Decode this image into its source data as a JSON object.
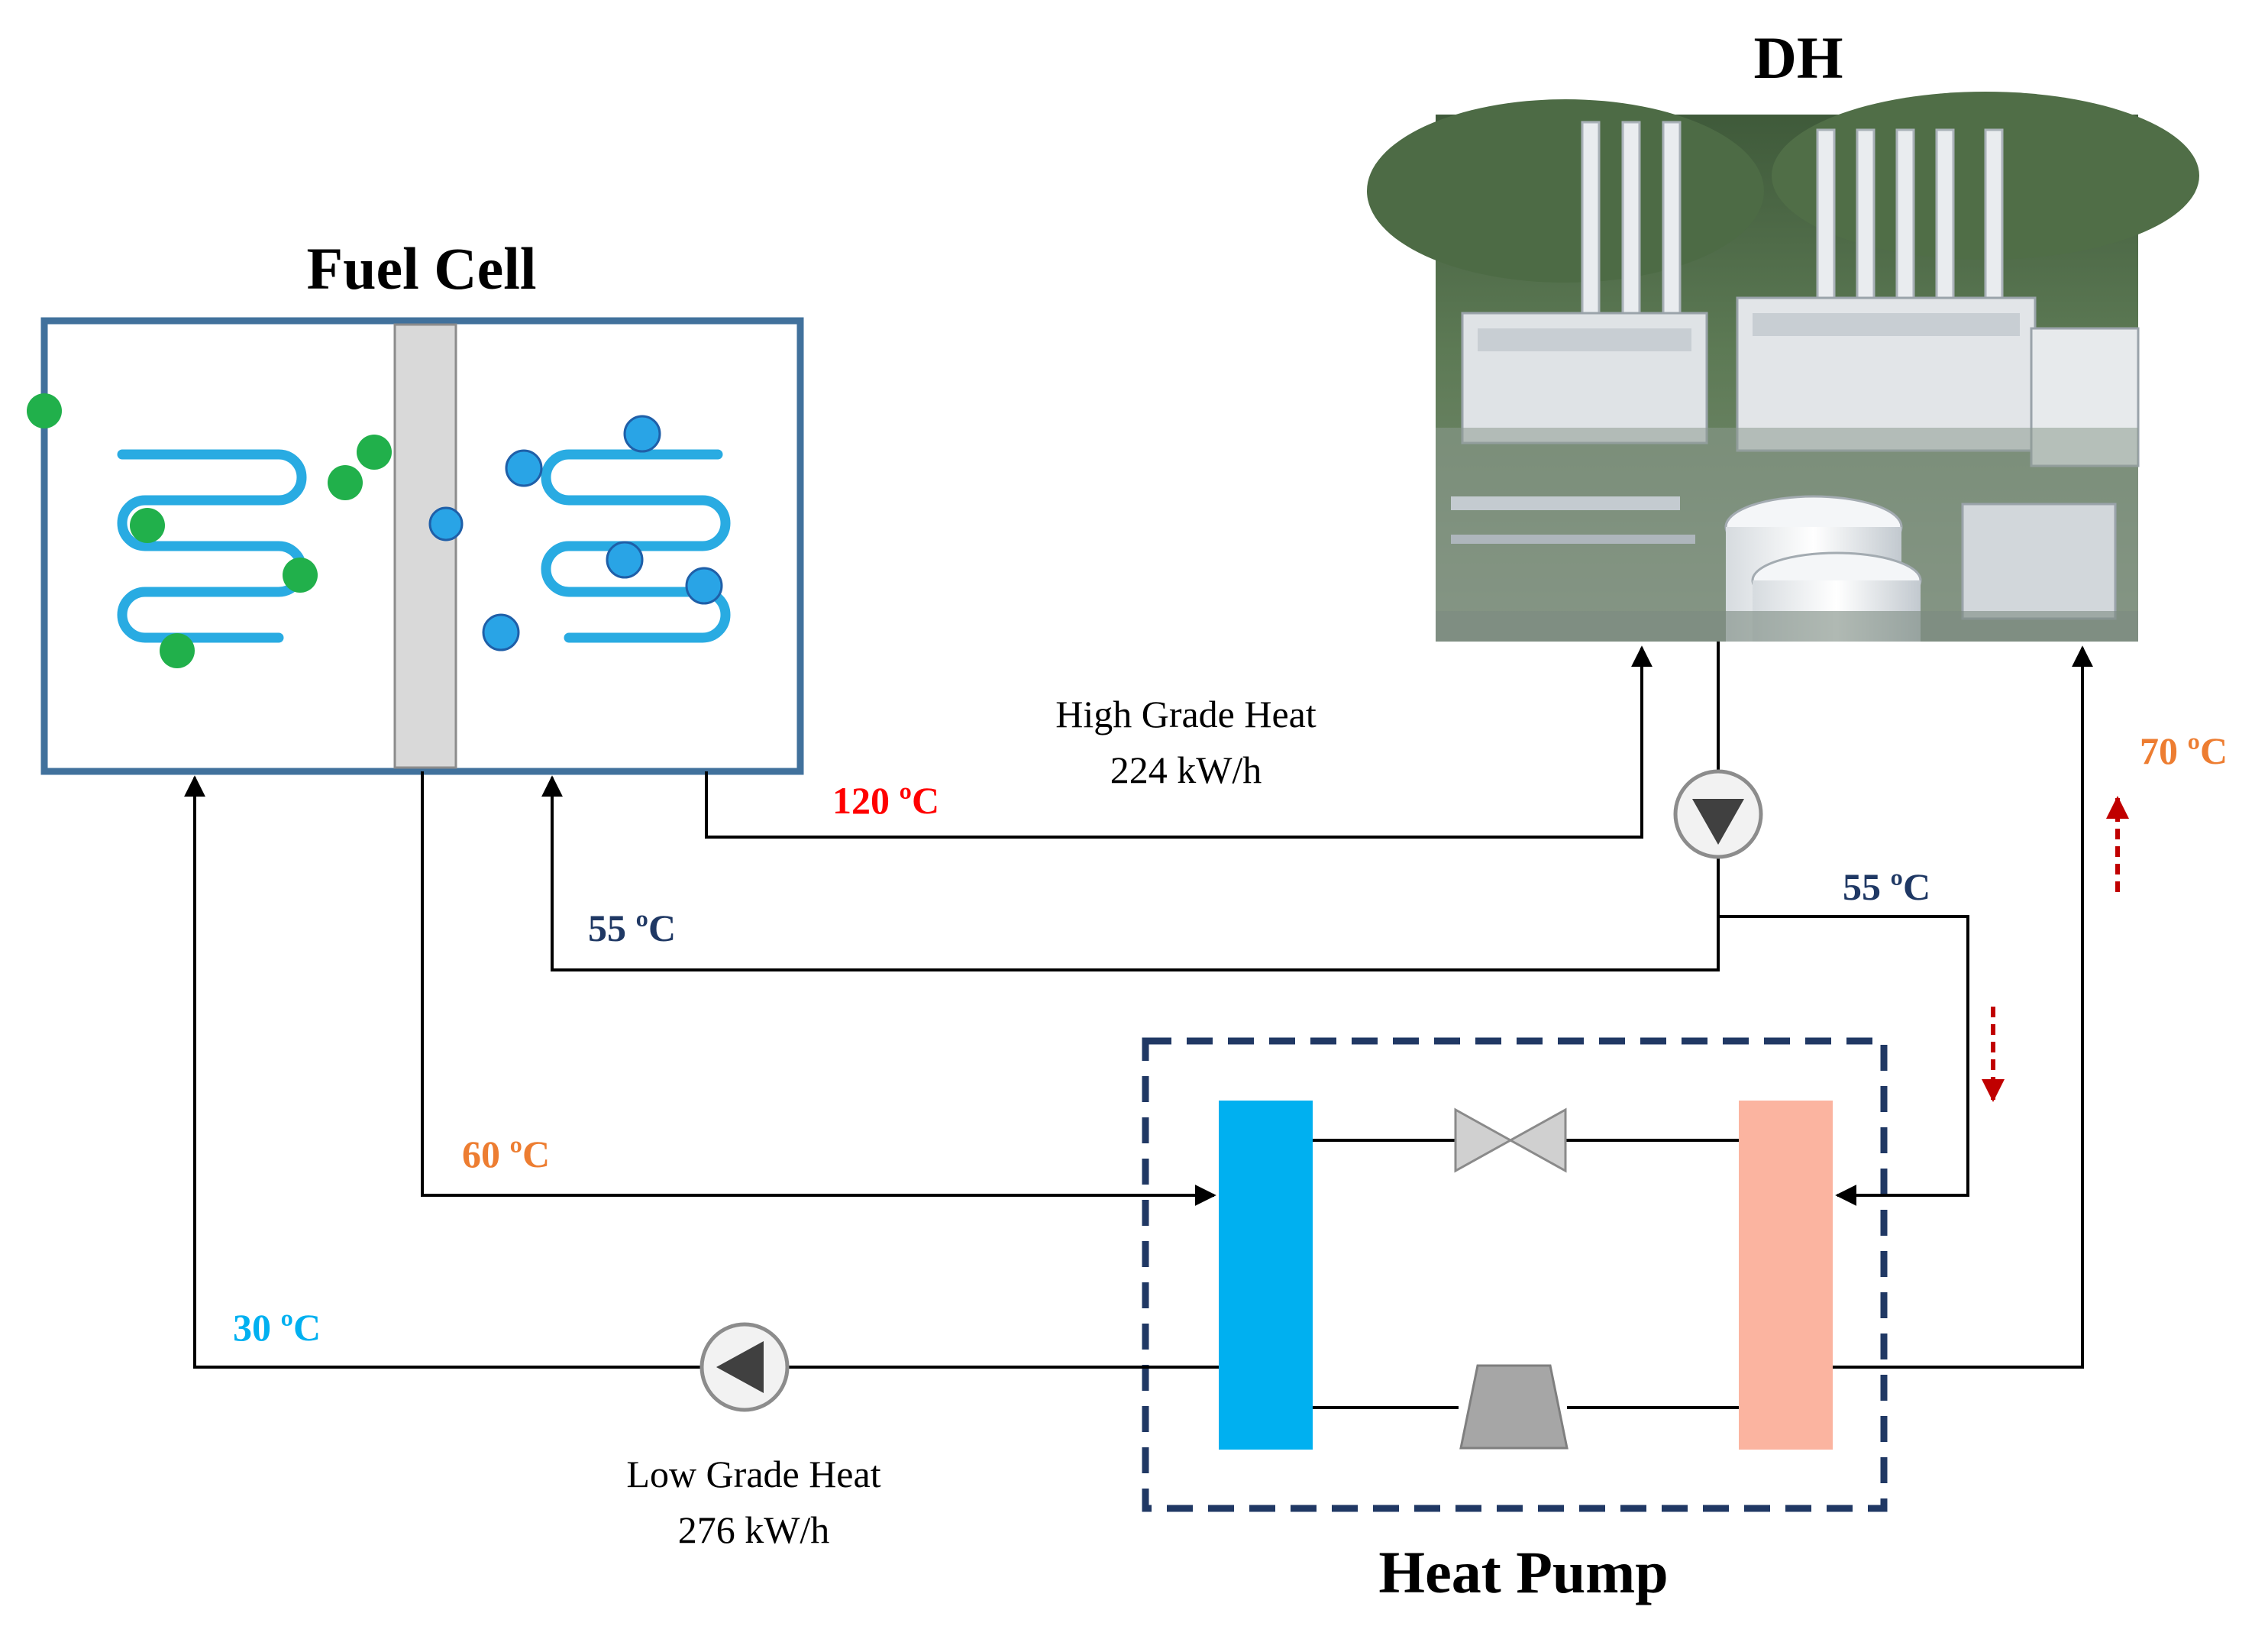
{
  "fuel_cell": {
    "title": "Fuel Cell"
  },
  "dh": {
    "title": "DH",
    "photo": "district-heating-power-plant-photo"
  },
  "heat_pump": {
    "title": "Heat Pump"
  },
  "high_grade_heat": {
    "label": "High Grade Heat",
    "value": "224 kW/h"
  },
  "low_grade_heat": {
    "label": "Low Grade Heat",
    "value": "276 kW/h"
  },
  "temperatures": {
    "t120": "120 ºC",
    "t55_left": "55 ºC",
    "t55_right": "55 ºC",
    "t60": "60 ºC",
    "t30": "30 ºC",
    "t70": "70 ºC"
  },
  "colors": {
    "frame": "#41719c",
    "pipe_blue": "#29abe2",
    "anode_particle": "#21b04b",
    "cathode_particle": "#29a4e6",
    "membrane": "#d9d9d9",
    "hot": "#ff0000",
    "warm": "#ed7d31",
    "cool": "#1f3864",
    "cold": "#00b0f0",
    "evaporator": "#00b0f0",
    "condenser": "#fbb4a0",
    "heat_pump_border": "#203864",
    "component_grey": "#bfbfbf",
    "flow_arrow": "#c00000"
  },
  "icons": [
    "pump-icon",
    "expansion-valve-icon",
    "compressor-icon",
    "flow-direction-arrow-icon"
  ]
}
